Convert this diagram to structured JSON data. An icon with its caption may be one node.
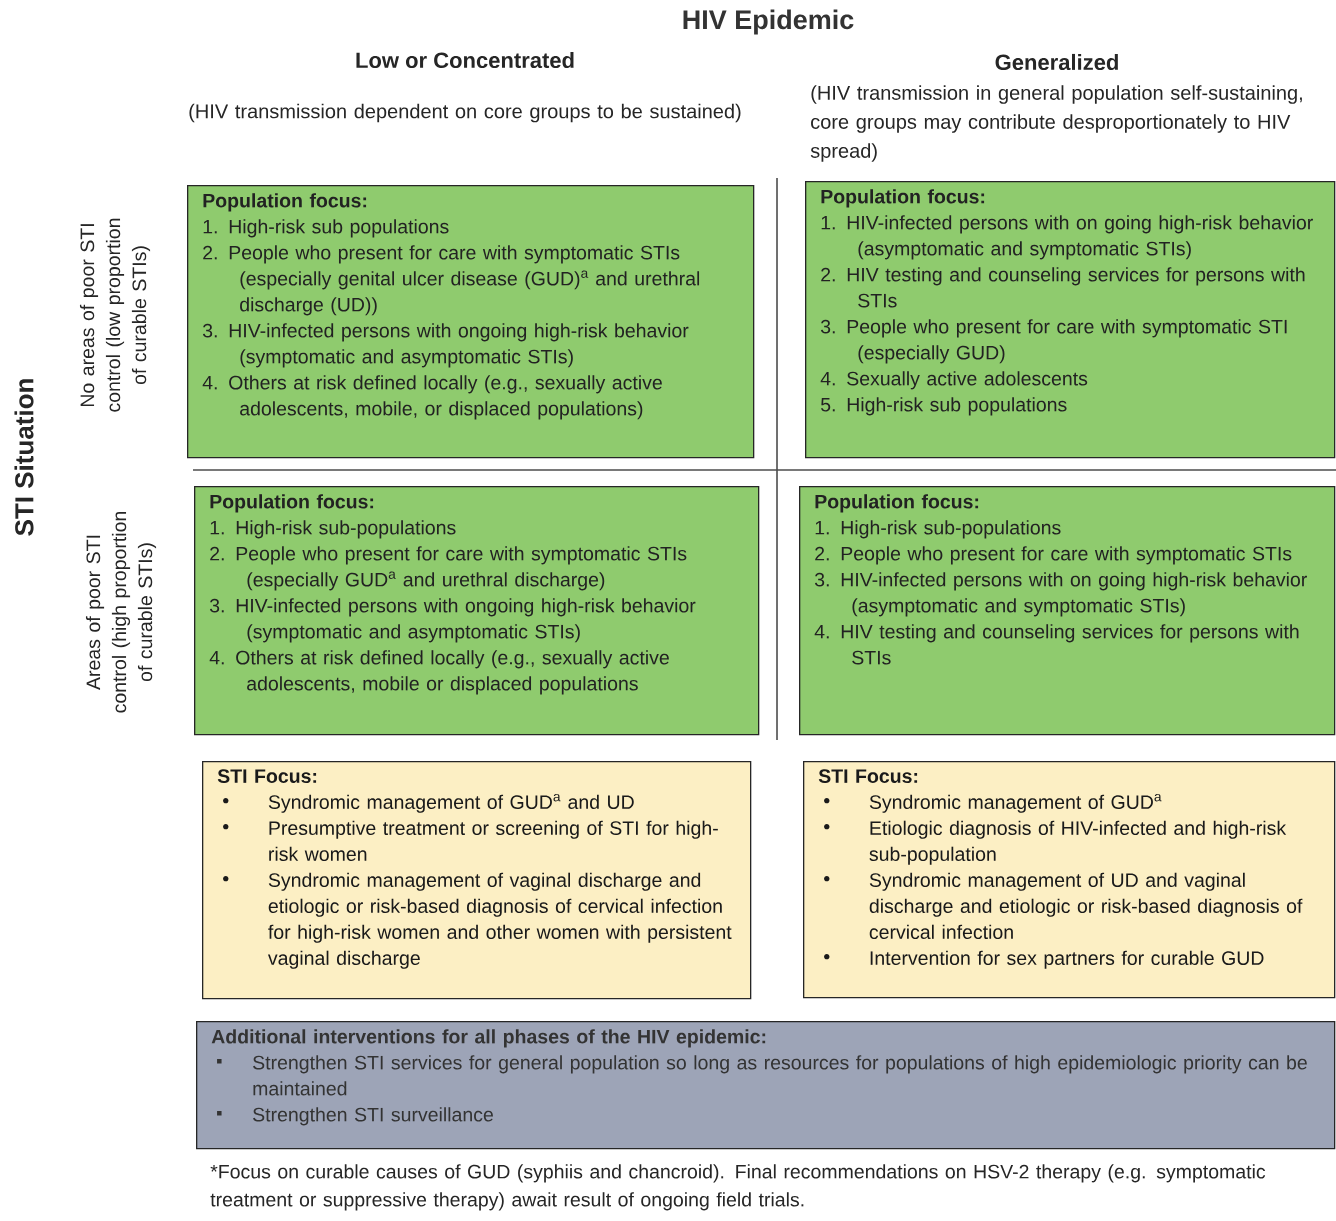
{
  "diagram": {
    "title": "HIV Epidemic",
    "nodes": [
      {
        "text": [
          "Population focus:",
          "1. High-risk sub populations",
          "2. People who present for care with symptomatic STIs (especially genital ulcer disease (GUD)$^{a}$ and urethral discharge (UD))",
          "3. HIV-infected persons with ongoing high-risk behavior (symptomatic and asymptomatic STIs)",
          "4. Others at risk defined locally (e.g., sexually active adolescents, mobile, or displaced populations)"
        ]
      },
      {
        "text": [
          "Population focus:",
          "1. HIV-infected persons with on going high-risk behavior (asymptomatic and symptomatic STIs)",
          "2. HIV testing and counseling services for persons with STIs",
          "3. People who present for care with symptomatic STI (especially GUD)",
          "4. Sexually active adolescents",
          "5. High-risk sub populations"
        ]
      },
      {
        "text": [
          "Population focus:",
          "1. High-risk sub-populations",
          "2. People who present for care with symptomatic STIs (especially GUD$^{a}$ and urethral discharge)",
          "3. HIV-infected persons with ongoing high-risk behavior (symptomatic and asymptomatic STIs)",
          "4. Others at risk defined locally (e.g., sexually active adolescents, mobile or displaced populations"
        ]
      },
      {
        "text": [
          "Population focus:",
          "1. High-risk sub-populations",
          "2. People who present for care with symptomatic STIs",
          "3. HIV-infected persons with on going high-risk behavior (asymptomatic and symptomatic STIs)",
          "4. HIV testing and counseling services for persons with STIs"
        ]
      },
      {
        "text": [
          "STI Focus:",
          "Syndromic management of GUD$^{a}$ and UD",
          "Presumptive treatment or screening of STI for high-risk women",
          "Syndromic management of vaginal discharge and etiologic or risk-based diagnosis of cervical infection for high-risk women and other women with persistent vaginal discharge"
        ]
      },
      {
        "text": [
          "STI Focus:",
          "Syndromic management of GUD$^{a}$",
          "Etiologic diagnosis of HIV-infected and high-risk sub-population",
          "Syndromic management of UD and vaginal discharge and etiologic or risk-based diagnosis of cervical infection",
          "Intervention for sex partners for curable GUD"
        ]
      },
      {
        "text": [
          "Additional interventions for all phases of the HIV epidemic:",
          "Strengthen STI services for general population so long as resources for populations of high epidemiologic priority can be maintained",
          "Strengthen STI surveillance"
        ]
      }
    ],
    "labels": [
      "Low or Concentrated",
      "Generalized",
      "(HIV transmission dependent on core groups to be sustained)",
      "(HIV transmission in general population self-sustaining, core groups may contribute desproportionately to HIV spread)",
      "STI Situation",
      "No areas of poor STI control (low proportion of curable STIs)",
      "Areas of poor STI control (high proportion of curable STIs)",
      "*Focus on curable causes of GUD (syphiis and chancroid). Final recommendations on HSV-2 therapy (e.g. symptomatic treatment or suppressive therapy) await result of ongoing field trials."
    ]
  }
}
